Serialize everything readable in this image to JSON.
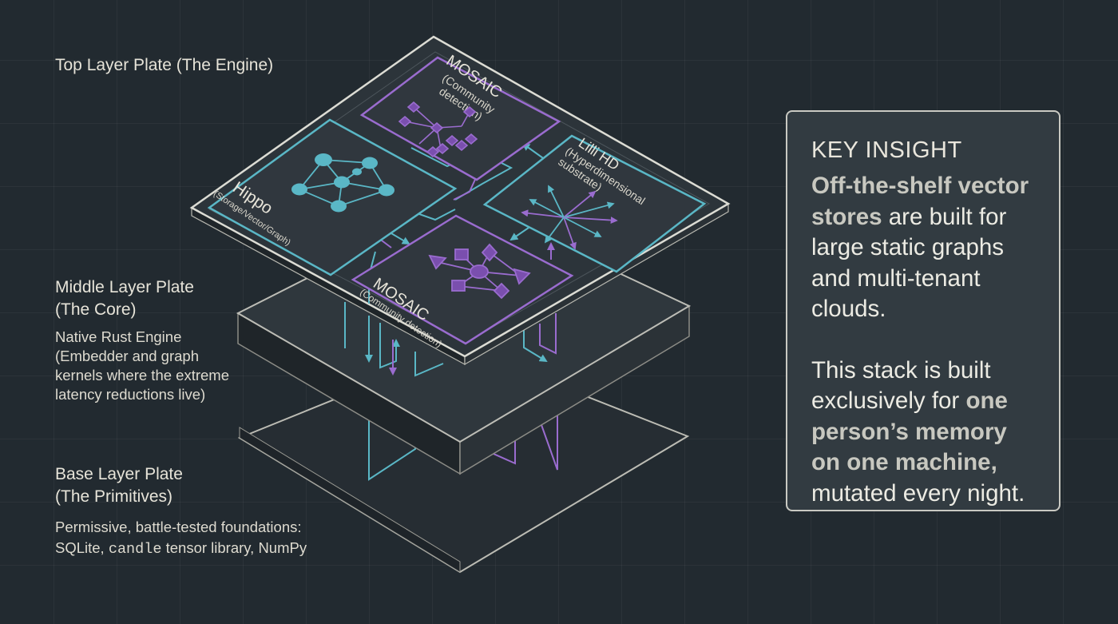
{
  "colors": {
    "background": "#222a30",
    "teal": "#5ab7c6",
    "purple": "#9a6ccf",
    "plate_edge": "#cfcfc8",
    "text": "#e7e4d9"
  },
  "layers": {
    "top": {
      "title": "Top Layer Plate (The Engine)"
    },
    "middle": {
      "title_line1": "Middle Layer Plate",
      "title_line2": "(The Core)",
      "desc_line1": "Native Rust Engine",
      "desc_line2": "(Embedder and graph",
      "desc_line3": "kernels where the extreme",
      "desc_line4": "latency reductions live)"
    },
    "base": {
      "title_line1": "Base Layer Plate",
      "title_line2": "(The Primitives)",
      "desc_line1": "Permissive, battle-tested foundations:",
      "desc_line2_a": "SQLite, ",
      "desc_line2_code": "candle",
      "desc_line2_b": " tensor library, NumPy"
    }
  },
  "modules": {
    "mosaic_top": {
      "name": "MOSAIC",
      "sub1": "(Community",
      "sub2": "detection)",
      "icon": "community-detection-icon"
    },
    "hippo": {
      "name": "Hippo",
      "sub": "(Storage/Vector/Graph)",
      "icon": "graph-network-icon"
    },
    "lilli": {
      "name": "Lilli HD",
      "sub1": "(Hyperdimensional",
      "sub2": "substrate)",
      "icon": "vector-burst-icon"
    },
    "mosaic_bottom": {
      "name": "MOSAIC",
      "sub": "(Community detection)",
      "icon": "community-graph-icon"
    }
  },
  "insight": {
    "title": "KEY INSIGHT",
    "p1_bold": "Off-the-shelf vector stores",
    "p1_rest": " are built for large static graphs and multi-tenant clouds.",
    "p2_start": "This stack is built exclusively for ",
    "p2_bold": "one person’s memory on one machine,",
    "p2_end": " mutated every night."
  }
}
